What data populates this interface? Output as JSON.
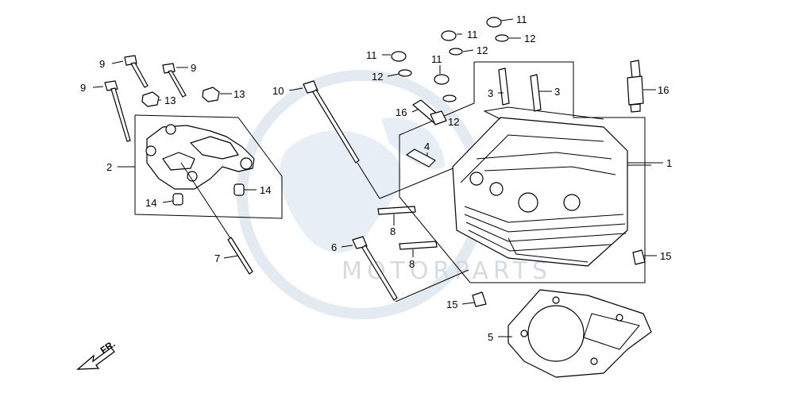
{
  "diagram": {
    "watermark": {
      "main": "",
      "sub": "MOTORPARTS"
    },
    "direction": {
      "text": "FR."
    },
    "callouts": [
      {
        "id": "c1",
        "text": "1"
      },
      {
        "id": "c2",
        "text": "2"
      },
      {
        "id": "c3a",
        "text": "3"
      },
      {
        "id": "c3b",
        "text": "3"
      },
      {
        "id": "c4",
        "text": "4"
      },
      {
        "id": "c5",
        "text": "5"
      },
      {
        "id": "c6",
        "text": "6"
      },
      {
        "id": "c7",
        "text": "7"
      },
      {
        "id": "c8a",
        "text": "8"
      },
      {
        "id": "c8b",
        "text": "8"
      },
      {
        "id": "c9a",
        "text": "9"
      },
      {
        "id": "c9b",
        "text": "9"
      },
      {
        "id": "c9c",
        "text": "9"
      },
      {
        "id": "c10",
        "text": "10"
      },
      {
        "id": "c11a",
        "text": "11"
      },
      {
        "id": "c11b",
        "text": "11"
      },
      {
        "id": "c11c",
        "text": "11"
      },
      {
        "id": "c11d",
        "text": "11"
      },
      {
        "id": "c12a",
        "text": "12"
      },
      {
        "id": "c12b",
        "text": "12"
      },
      {
        "id": "c12c",
        "text": "12"
      },
      {
        "id": "c12d",
        "text": "12"
      },
      {
        "id": "c13a",
        "text": "13"
      },
      {
        "id": "c13b",
        "text": "13"
      },
      {
        "id": "c14a",
        "text": "14"
      },
      {
        "id": "c14b",
        "text": "14"
      },
      {
        "id": "c15a",
        "text": "15"
      },
      {
        "id": "c15b",
        "text": "15"
      },
      {
        "id": "c16a",
        "text": "16"
      },
      {
        "id": "c16b",
        "text": "16"
      }
    ]
  }
}
